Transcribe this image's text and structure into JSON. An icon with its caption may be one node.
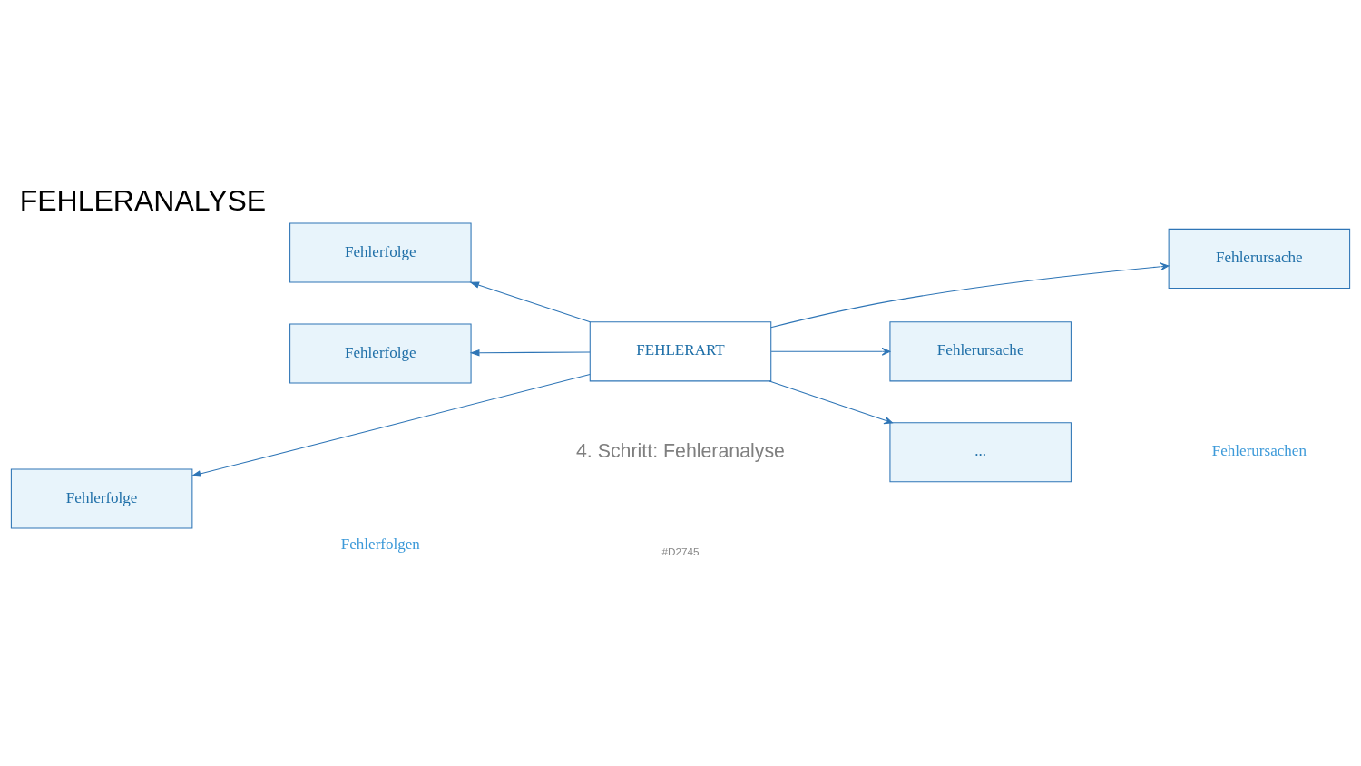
{
  "diagram": {
    "title": "FEHLERANALYSE",
    "nodes": [
      {
        "text": [
          "FEHLERART"
        ]
      },
      {
        "text": [
          "Fehlerfolge"
        ]
      },
      {
        "text": [
          "Fehlerfolge"
        ]
      },
      {
        "text": [
          "Fehlerfolge"
        ]
      },
      {
        "text": [
          "Fehlerursache"
        ]
      },
      {
        "text": [
          "Fehlerursache"
        ]
      },
      {
        "text": [
          "..."
        ]
      }
    ],
    "edges": [
      {
        "from": 0,
        "to": 1,
        "arrow": "to"
      },
      {
        "from": 0,
        "to": 2,
        "arrow": "to"
      },
      {
        "from": 0,
        "to": 3,
        "arrow": "to"
      },
      {
        "from": 0,
        "to": 4,
        "arrow": "to"
      },
      {
        "from": 0,
        "to": 5,
        "arrow": "to"
      },
      {
        "from": 0,
        "to": 6,
        "arrow": "to"
      }
    ],
    "labels": [
      "#D2745",
      "4. Schritt: Fehleranalyse",
      "Fehlerfolgen",
      "Fehlerursachen"
    ]
  }
}
